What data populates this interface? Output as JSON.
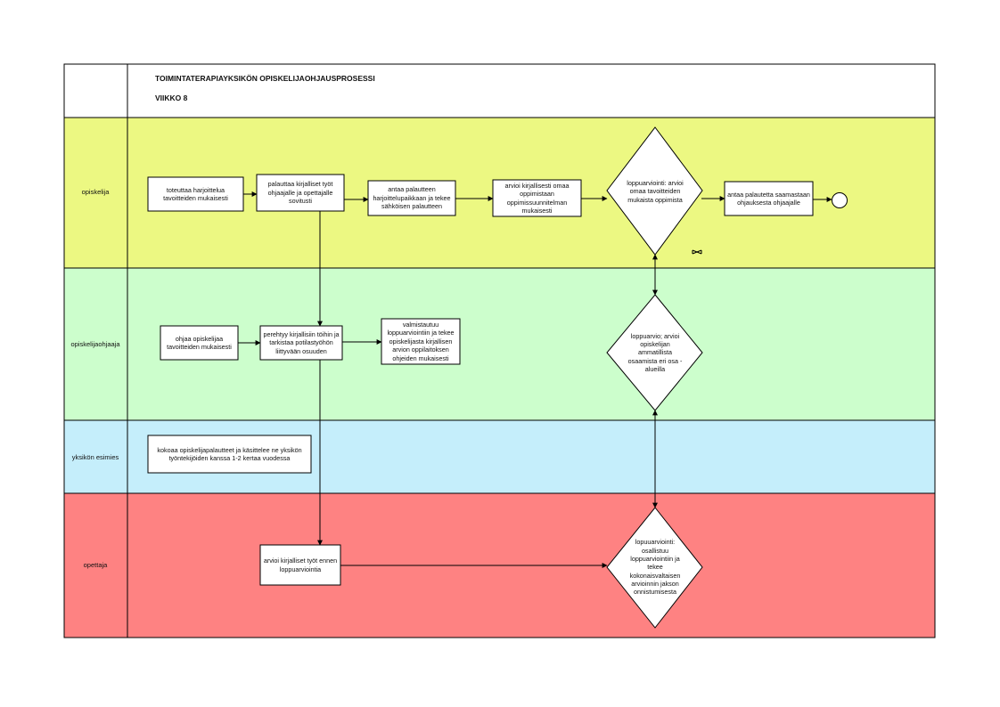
{
  "header": {
    "title": "TOIMINTATERAPIAYKSIKÖN OPISKELIJAOHJAUSPROSESSI",
    "subtitle": "VIIKKO 8"
  },
  "lanes": [
    {
      "label": "opiskelija",
      "color": "#ecf882"
    },
    {
      "label": "opiskelijaohjaaja",
      "color": "#ccfecc"
    },
    {
      "label": "yksikön esimies",
      "color": "#c5eefb"
    },
    {
      "label": "opettaja",
      "color": "#fe8282"
    }
  ],
  "boxes": {
    "s1": "toteuttaa harjoittelua tavoitteiden mukaisesti",
    "s2": "palauttaa kirjalliset työt ohjaajalle ja opettajalle sovitusti",
    "s3": "antaa palautteen harjoittelupaikkaan ja tekee sähköisen palautteen",
    "s4": "arvioi kirjallisesti omaa oppimistaan oppimissuunnitelman mukaisesti",
    "s6": "antaa palautetta saamastaan ohjauksesta ohjaajalle",
    "o1": "ohjaa opiskelijaa tavoitteiden mukaisesti",
    "o2": "perehtyy kirjallisiin töihin ja tarkistaa potilastyöhön liittyvään osuuden",
    "o3": "valmistautuu loppuarviointiin ja tekee opiskelijasta kirjallisen arvion oppilaitoksen ohjeiden mukaisesti",
    "e1": "kokoaa opiskelijapalautteet ja käsittelee ne yksikön työntekijöiden kanssa 1-2 kertaa vuodessa",
    "t1": "arvioi kirjalliset työt ennen loppuarviointia"
  },
  "diamonds": {
    "s5": "loppuarviointi: arvioi omaa tavoitteiden mukaista oppimista",
    "o4": "loppuarvio; arvioi opiskelijan ammatillista osaamista eri osa -alueilla",
    "t2": "lopuuarviointi: osallistuu loppuarviointiin ja tekee kokonaisvaltaisen arvioinnin jakson onnistumisesta"
  },
  "colors": {
    "border": "#000000",
    "box_fill": "#ffffff"
  }
}
